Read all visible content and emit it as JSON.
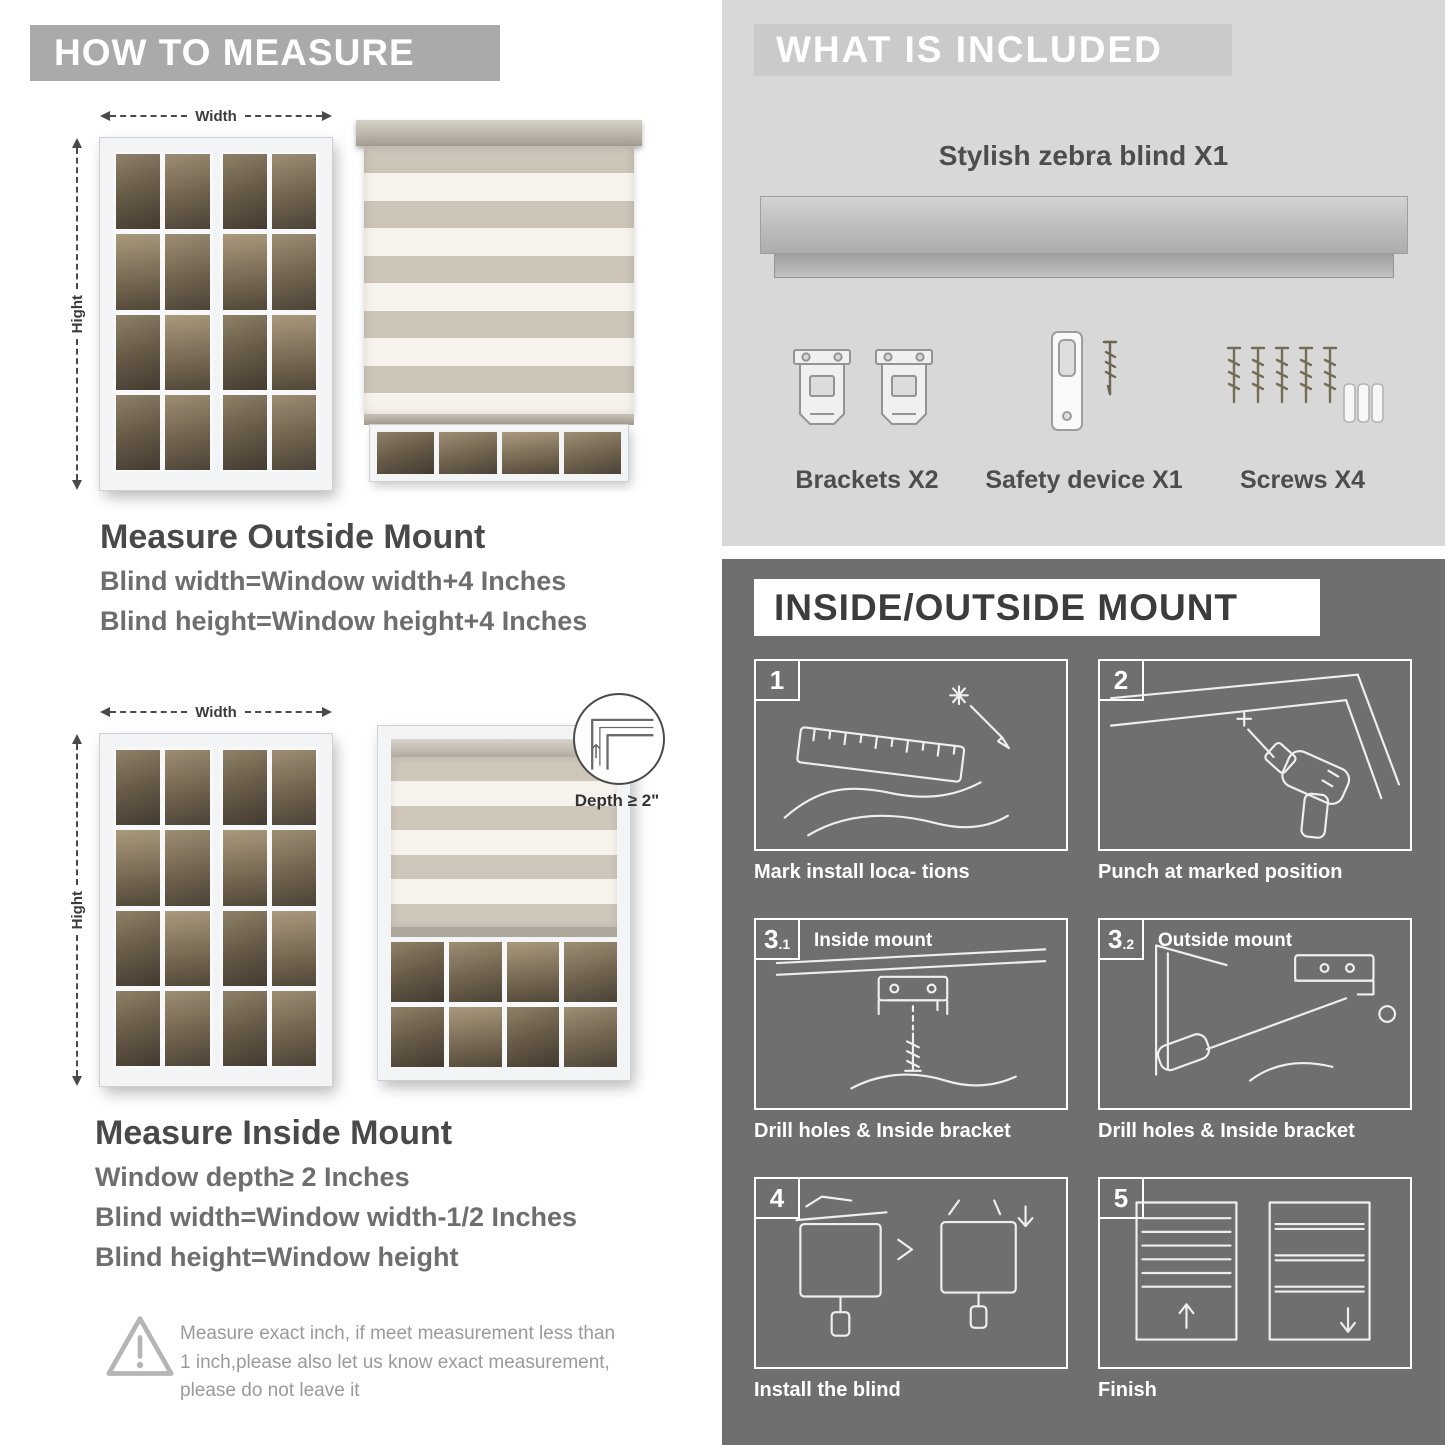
{
  "colors": {
    "left_banner_gray": "#aaaaaa",
    "included_bg": "#d8d8d8",
    "included_banner": "#cacaca",
    "mount_bg": "#6f6f6f",
    "heading_text": "#494949",
    "formula_text": "#6e6e6e",
    "blind_stripe_dark": "#ccc5b8",
    "blind_stripe_light": "#f6f3ec"
  },
  "measure": {
    "header": "HOW TO MEASURE",
    "width_label": "Width",
    "height_label": "Hight",
    "outside": {
      "title": "Measure Outside Mount",
      "lines": [
        "Blind width=Window width+4 Inches",
        "Blind height=Window height+4 Inches"
      ]
    },
    "inside": {
      "title": "Measure Inside Mount",
      "depth_callout": "Depth ≥ 2\"",
      "lines": [
        "Window depth≥ 2 Inches",
        "Blind width=Window width-1/2 Inches",
        "Blind height=Window height"
      ]
    },
    "warning_text": "Measure exact inch, if meet measurement less than 1 inch,please also let us know exact measurement, please do not leave it",
    "warning_icon": "warning-triangle-icon"
  },
  "included": {
    "header": "WHAT IS INCLUDED",
    "product_label": "Stylish zebra blind X1",
    "items": [
      {
        "label": "Brackets X2",
        "icon": "brackets-icon"
      },
      {
        "label": "Safety device X1",
        "icon": "safety-device-icon"
      },
      {
        "label": "Screws X4",
        "icon": "screws-icon"
      }
    ]
  },
  "mount": {
    "header": "INSIDE/OUTSIDE MOUNT",
    "steps": [
      {
        "num": "1",
        "sub": "",
        "title": "",
        "caption": "Mark install loca- tions"
      },
      {
        "num": "2",
        "sub": "",
        "title": "",
        "caption": "Punch at marked position"
      },
      {
        "num": "3",
        "sub": ".1",
        "title": "Inside mount",
        "caption": "Drill holes &  Inside bracket"
      },
      {
        "num": "3",
        "sub": ".2",
        "title": "Outside mount",
        "caption": "Drill holes &  Inside bracket"
      },
      {
        "num": "4",
        "sub": "",
        "title": "",
        "caption": "Install the blind"
      },
      {
        "num": "5",
        "sub": "",
        "title": "",
        "caption": "Finish"
      }
    ]
  }
}
